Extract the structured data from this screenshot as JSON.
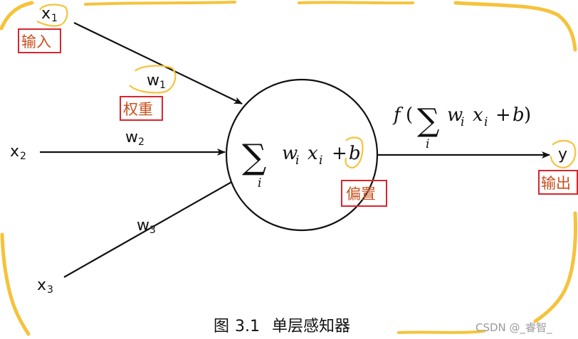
{
  "inputs": {
    "x1": {
      "base": "x",
      "sub": "1"
    },
    "x2": {
      "base": "x",
      "sub": "2"
    },
    "x3": {
      "base": "x",
      "sub": "3"
    }
  },
  "weights": {
    "w1": {
      "base": "w",
      "sub": "1"
    },
    "w2": {
      "base": "w",
      "sub": "2"
    },
    "w3": {
      "base": "w",
      "sub": "3"
    }
  },
  "neuron": {
    "sum_symbol": "∑",
    "index": "i",
    "w": "w",
    "x": "x",
    "plus": "+",
    "bias": "b"
  },
  "activation": {
    "f": "f",
    "open": "(",
    "sum_symbol": "∑",
    "index": "i",
    "w": "w",
    "x": "x",
    "plus": "+",
    "bias": "b",
    "close": ")"
  },
  "output": {
    "label": "y"
  },
  "annotations": {
    "input": "输入",
    "weight": "权重",
    "bias": "偏置",
    "output": "输出"
  },
  "caption": {
    "prefix": "图",
    "number": "3.1",
    "title": "单层感知器"
  },
  "watermark": "CSDN @_睿智_",
  "colors": {
    "highlight": "#f5c33b",
    "annotation_border": "#d9262d",
    "annotation_text": "#c8501e",
    "ink": "#111111"
  }
}
